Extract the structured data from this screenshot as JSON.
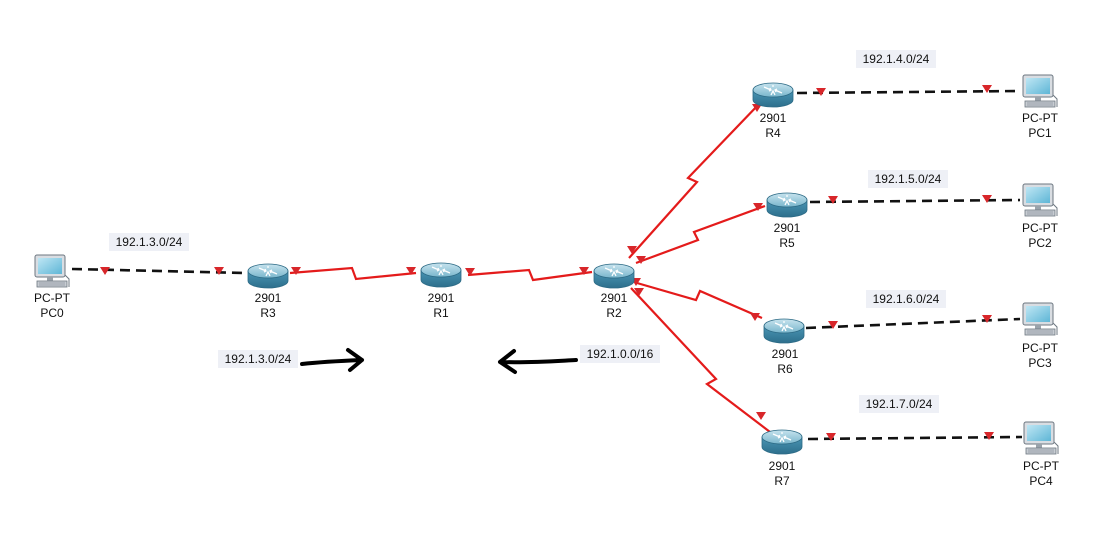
{
  "colors": {
    "serial_link": "#e41b1b",
    "ethernet_link": "#111111",
    "port_marker": "#d8262a",
    "label_bg": "#eef0f6",
    "router_body": "#4a95b4"
  },
  "devices": {
    "r1": {
      "model": "2901",
      "name": "R1",
      "type": "router"
    },
    "r2": {
      "model": "2901",
      "name": "R2",
      "type": "router"
    },
    "r3": {
      "model": "2901",
      "name": "R3",
      "type": "router"
    },
    "r4": {
      "model": "2901",
      "name": "R4",
      "type": "router"
    },
    "r5": {
      "model": "2901",
      "name": "R5",
      "type": "router"
    },
    "r6": {
      "model": "2901",
      "name": "R6",
      "type": "router"
    },
    "r7": {
      "model": "2901",
      "name": "R7",
      "type": "router"
    },
    "pc0": {
      "model": "PC-PT",
      "name": "PC0",
      "type": "pc"
    },
    "pc1": {
      "model": "PC-PT",
      "name": "PC1",
      "type": "pc"
    },
    "pc2": {
      "model": "PC-PT",
      "name": "PC2",
      "type": "pc"
    },
    "pc3": {
      "model": "PC-PT",
      "name": "PC3",
      "type": "pc"
    },
    "pc4": {
      "model": "PC-PT",
      "name": "PC4",
      "type": "pc"
    }
  },
  "networks": {
    "pc0_r3": "192.1.3.0/24",
    "r4_pc1": "192.1.4.0/24",
    "r5_pc2": "192.1.5.0/24",
    "r6_pc3": "192.1.6.0/24",
    "r7_pc4": "192.1.7.0/24"
  },
  "routes": {
    "to_r1": {
      "prefix": "192.1.3.0/24",
      "direction": "right"
    },
    "from_r2": {
      "prefix": "192.1.0.0/16",
      "direction": "left"
    }
  }
}
